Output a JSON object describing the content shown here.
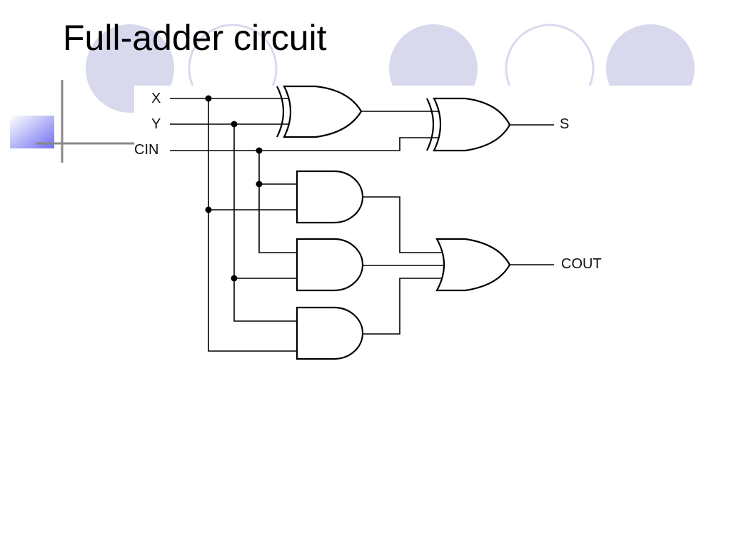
{
  "title": "Full-adder circuit",
  "signals": {
    "x": "X",
    "y": "Y",
    "cin": "CIN",
    "s": "S",
    "cout": "COUT"
  },
  "colors": {
    "circle_fill": "#d9d9ee",
    "circle_outline": "#d9d9ee",
    "accent_square": "#7b7bf0",
    "crosshair": "#888888",
    "wire": "#000000"
  }
}
